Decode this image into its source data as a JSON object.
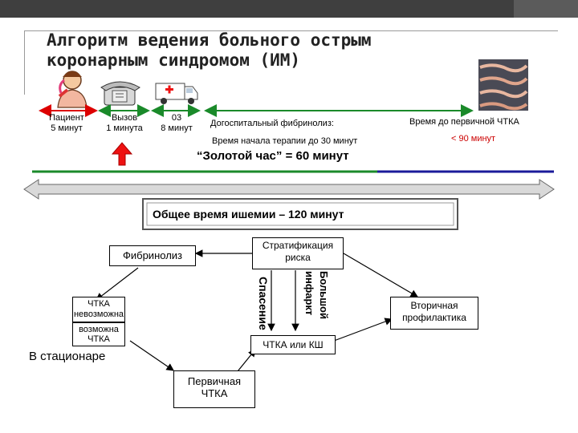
{
  "title": {
    "line1": "Алгоритм ведения больного острым",
    "line2": "коронарным синдромом (ИМ)"
  },
  "timeline": {
    "patient": "Пациент",
    "patient_time": "5 минут",
    "call": "Вызов",
    "call_time": "1 минута",
    "ems": "03",
    "ems_time": "8 минут",
    "prehospital": "Догоспитальный фибринолиз:",
    "therapy_start": "Время начала терапии до 30 минут",
    "pci_time": "Время до первичной ЧТКА",
    "pci_limit": "< 90 минут",
    "golden_hour": "“Золотой час” = 60 минут"
  },
  "ischemia": "Общее время ишемии – 120 минут",
  "flow": {
    "fibrinolysis": "Фибринолиз",
    "stratification": "Стратификация риска",
    "rescue": "Спасение",
    "large_infarct": "Большой инфаркт",
    "pci_impossible": "ЧТКА невозможна",
    "pci_possible": "возможна ЧТКА",
    "secondary": "Вторичная профилактика",
    "pci_or_cabg": "ЧТКА или КШ",
    "in_hospital": "В стационаре",
    "primary_pci": "Первичная ЧТКА"
  },
  "icons": [
    "telephone-icon",
    "ambulance-icon",
    "patient-icon",
    "vessel-image"
  ]
}
